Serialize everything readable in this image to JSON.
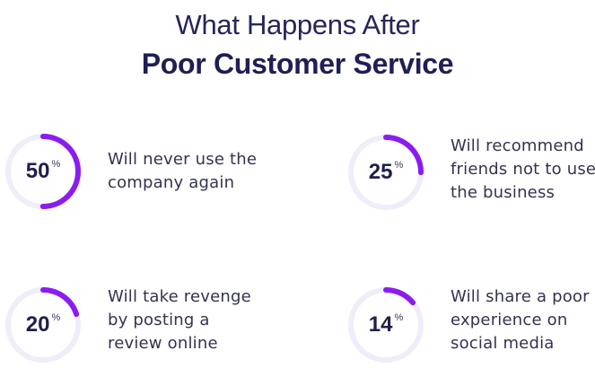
{
  "header": {
    "title_line1": "What Happens After",
    "title_line2": "Poor Customer Service"
  },
  "colors": {
    "accent": "#8b1cf0",
    "track": "#eeeefa",
    "title": "#1f1f55",
    "text": "#33334d"
  },
  "stats": [
    {
      "value": "50",
      "unit": "%",
      "percent": 50,
      "lines": [
        "Will never use the",
        "company again"
      ]
    },
    {
      "value": "25",
      "unit": "%",
      "percent": 25,
      "lines": [
        "Will recommend",
        "friends not to use",
        "the business"
      ]
    },
    {
      "value": "20",
      "unit": "%",
      "percent": 20,
      "lines": [
        "Will take revenge",
        "by posting a",
        "review online"
      ]
    },
    {
      "value": "14",
      "unit": "%",
      "percent": 14,
      "lines": [
        "Will share a poor",
        "experience on",
        "social media"
      ]
    }
  ],
  "chart_data": {
    "type": "pie",
    "title": "What Happens After Poor Customer Service",
    "categories": [
      "Will never use the company again",
      "Will recommend friends not to use the business",
      "Will take revenge by posting a review online",
      "Will share a poor experience on social media"
    ],
    "values": [
      50,
      25,
      20,
      14
    ],
    "unit": "%",
    "style": "progress rings (each out of 100%)"
  }
}
